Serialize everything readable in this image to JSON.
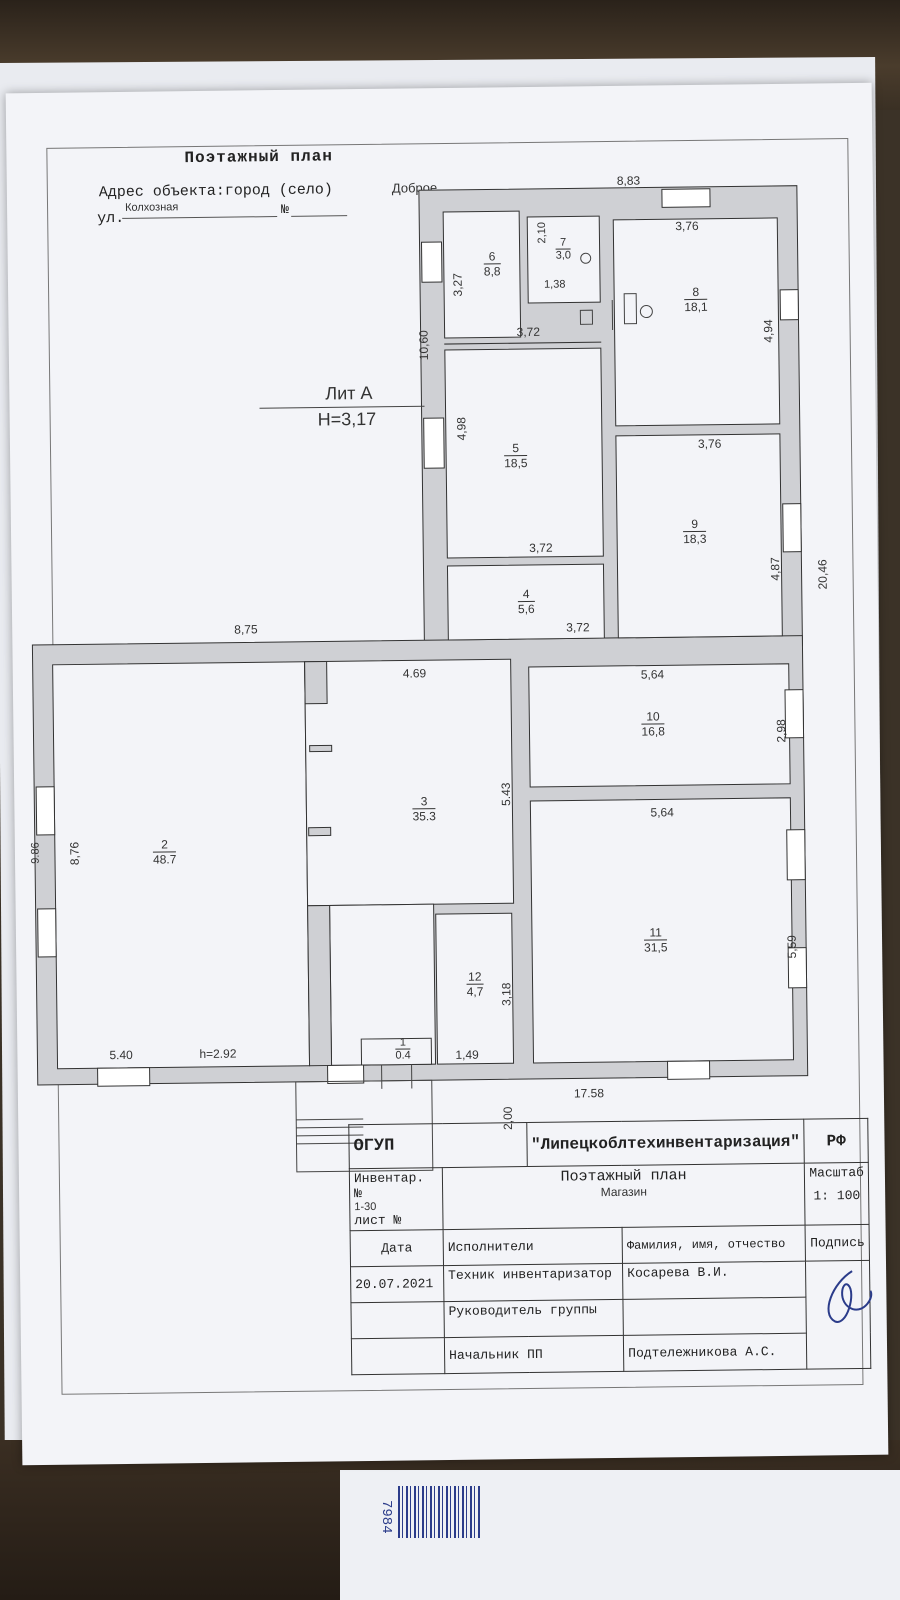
{
  "header": {
    "title": "Поэтажный план",
    "address_label": "Адрес объекта:город (село)",
    "address_value": "Доброе",
    "street_label": "ул.",
    "street_value": "Колхозная",
    "number_label": "№"
  },
  "plan": {
    "lit_label": "Лит А",
    "height_label": "Н=3,17",
    "dims": {
      "top_total": "8,83",
      "left_upper": "10,60",
      "right_total": "20,46",
      "mid_left": "8,75",
      "bottom_total": "17.58",
      "left_lower": "9.86",
      "r2_w": "8,76",
      "r2_bottom": "5.40",
      "r2_h": "h=2.92",
      "r3_top": "4.69",
      "r3_right": "5.43",
      "r4_w": "3,72",
      "r5_w": "3,72",
      "r5_h": "4,98",
      "r6_w": "3,72",
      "r6_h": "3,27",
      "r7_h": "2,10",
      "r7_w": "1,38",
      "r8_w": "3,76",
      "r8_h": "4,94",
      "r9_w": "3,76",
      "r9_h": "4,87",
      "r10_w": "5,64",
      "r10_h": "2,98",
      "r11_w": "5,64",
      "r11_h": "5,59",
      "r12_h": "3,18",
      "r12_w": "1,49",
      "porch": "2,00"
    },
    "rooms": [
      {
        "num": "1",
        "area": "0.4"
      },
      {
        "num": "2",
        "area": "48.7"
      },
      {
        "num": "3",
        "area": "35.3"
      },
      {
        "num": "4",
        "area": "5,6"
      },
      {
        "num": "5",
        "area": "18,5"
      },
      {
        "num": "6",
        "area": "8,8"
      },
      {
        "num": "7",
        "area": "3,0"
      },
      {
        "num": "8",
        "area": "18,1"
      },
      {
        "num": "9",
        "area": "18,3"
      },
      {
        "num": "10",
        "area": "16,8"
      },
      {
        "num": "11",
        "area": "31,5"
      },
      {
        "num": "12",
        "area": "4,7"
      }
    ]
  },
  "stamp": {
    "org": "ОГУП",
    "org_name": "\"Липецкоблтехинвентаризация\"",
    "country": "РФ",
    "inv_label": "Инвентар. №",
    "inv_value": "1-30",
    "sheet_label": "лист №",
    "doc_title": "Поэтажный план",
    "object": "Магазин",
    "scale_label": "Масштаб",
    "scale_value": "1: 100",
    "date_label": "Дата",
    "executors_label": "Исполнители",
    "fio_label": "Фамилия, имя, отчество",
    "signature_label": "Подпись",
    "date_value": "20.07.2021",
    "role1": "Техник инвентаризатор",
    "name1": "Косарева В.И.",
    "role2": "Руководитель группы",
    "role3": "Начальник ПП",
    "name3": "Подтележникова А.С."
  },
  "envelope": {
    "barcode_number": "7984"
  },
  "colors": {
    "wall": "#cfd0d4",
    "ink": "#222222",
    "signature": "#2b3c8a"
  }
}
